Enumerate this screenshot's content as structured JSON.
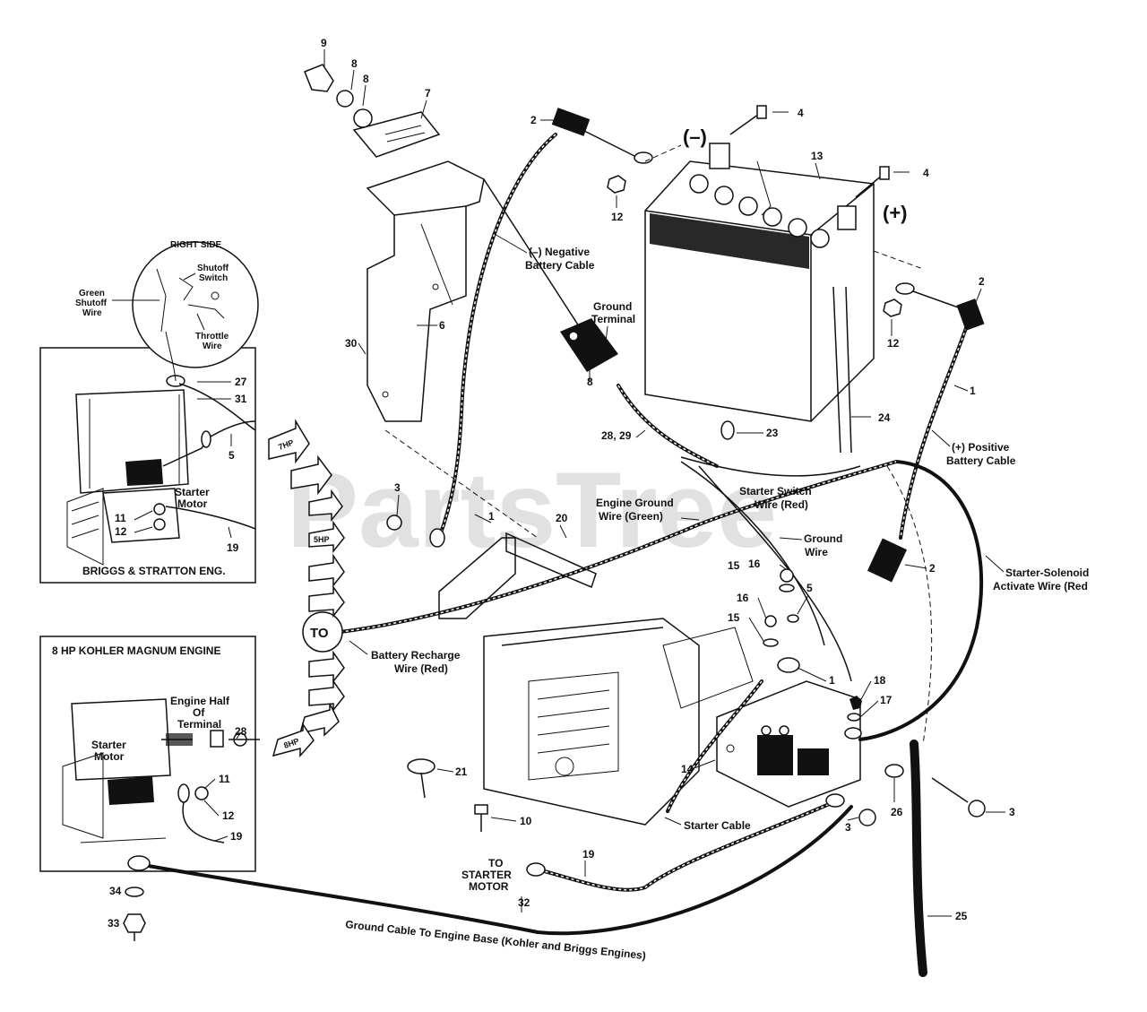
{
  "watermark": "PartsTree",
  "labels": {
    "negative_cable": "(–) Negative",
    "negative_cable_2": "Battery Cable",
    "ground_terminal": "Ground",
    "ground_terminal_2": "Terminal",
    "positive_cable": "(+) Positive",
    "positive_cable_2": "Battery Cable",
    "engine_ground": "Engine Ground",
    "engine_ground_2": "Wire (Green)",
    "starter_switch": "Starter Switch",
    "starter_switch_2": "Wire (Red)",
    "ground_wire": "Ground",
    "ground_wire_2": "Wire",
    "solenoid": "Starter-Solenoid",
    "solenoid_2": "Activate Wire (Red",
    "recharge": "Battery Recharge",
    "recharge_2": "Wire (Red)",
    "to_starter": "TO",
    "to_starter_2": "STARTER",
    "to_starter_3": "MOTOR",
    "starter_cable": "Starter Cable",
    "ground_cable": "Ground Cable To Engine Base (Kohler and Briggs Engines)",
    "neg_sign": "(–)",
    "pos_sign": "(+)",
    "to_badge": "TO",
    "arrow_a": "7HP",
    "arrow_b": "5HP",
    "arrow_c": "8HP"
  },
  "inset_right_side": {
    "title": "RIGHT SIDE",
    "shutoff_switch": "Shutoff",
    "shutoff_switch_2": "Switch",
    "green_shutoff": "Green",
    "green_shutoff_2": "Shutoff",
    "green_shutoff_3": "Wire",
    "throttle": "Throttle",
    "throttle_2": "Wire"
  },
  "inset_briggs": {
    "title": "BRIGGS & STRATTON ENG.",
    "starter": "Starter",
    "starter_2": "Motor"
  },
  "inset_kohler": {
    "title": "8 HP KOHLER MAGNUM ENGINE",
    "engine_half": "Engine Half",
    "engine_half_2": "Of",
    "engine_half_3": "Terminal",
    "starter": "Starter",
    "starter_2": "Motor"
  },
  "callouts": {
    "c9": "9",
    "c8a": "8",
    "c8b": "8",
    "c7": "7",
    "c2a": "2",
    "c4a": "4",
    "c4b": "4",
    "c13": "13",
    "c12a": "12",
    "c12b": "12",
    "c2b": "2",
    "c6": "6",
    "c30": "30",
    "c8c": "8",
    "c1a": "1",
    "c24": "24",
    "c2829": "28, 29",
    "c23": "23",
    "c27": "27",
    "c31": "31",
    "c5a": "5",
    "c11a": "11",
    "c12c": "12",
    "c19a": "19",
    "c3a": "3",
    "c1b": "1",
    "c20": "20",
    "c2c": "2",
    "c15a": "15",
    "c16a": "16",
    "c16b": "16",
    "c5b": "5",
    "c15b": "15",
    "c1c": "1",
    "c18": "18",
    "c17": "17",
    "c21": "21",
    "c14": "14",
    "c26": "26",
    "c3b": "3",
    "c3c": "3",
    "c10": "10",
    "c19b": "19",
    "c32": "32",
    "c25": "25",
    "c28": "28",
    "c11b": "11",
    "c12d": "12",
    "c19c": "19",
    "c34": "34",
    "c33": "33"
  }
}
